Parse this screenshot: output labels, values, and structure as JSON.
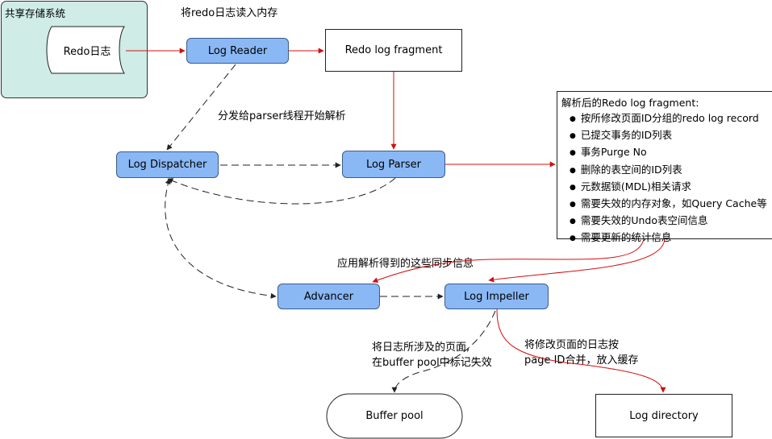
{
  "region": {
    "title": "共享存储系统"
  },
  "nodes": {
    "redo_log": "Redo日志",
    "log_reader": "Log Reader",
    "redo_fragment": "Redo log fragment",
    "log_dispatcher": "Log Dispatcher",
    "log_parser": "Log Parser",
    "advancer": "Advancer",
    "log_impeller": "Log Impeller",
    "buffer_pool": "Buffer pool",
    "log_directory": "Log directory"
  },
  "labels": {
    "read_into_memory": "将redo日志读入内存",
    "dispatch_to_parser": "分发给parser线程开始解析",
    "apply_sync_info": "应用解析得到的这些同步信息",
    "invalidate_line1": "将日志所涉及的页面,",
    "invalidate_line2": "在buffer pool中标记失效",
    "merge_line1": "将修改页面的日志按",
    "merge_line2": "page ID合并，放入缓存"
  },
  "parsed_fragment": {
    "title": "解析后的Redo log fragment:",
    "items": [
      "按所修改页面ID分组的redo log record",
      "已提交事务的ID列表",
      "事务Purge No",
      "删除的表空间的ID列表",
      "元数据锁(MDL)相关请求",
      "需要失效的内存对象，如Query Cache等",
      "需要失效的Undo表空间信息",
      "需要更新的统计信息"
    ]
  },
  "colors": {
    "region_fill": "#cfece6",
    "process_fill": "#8ab8f5",
    "arrow_red": "#d01010",
    "arrow_dashed": "#222222"
  }
}
